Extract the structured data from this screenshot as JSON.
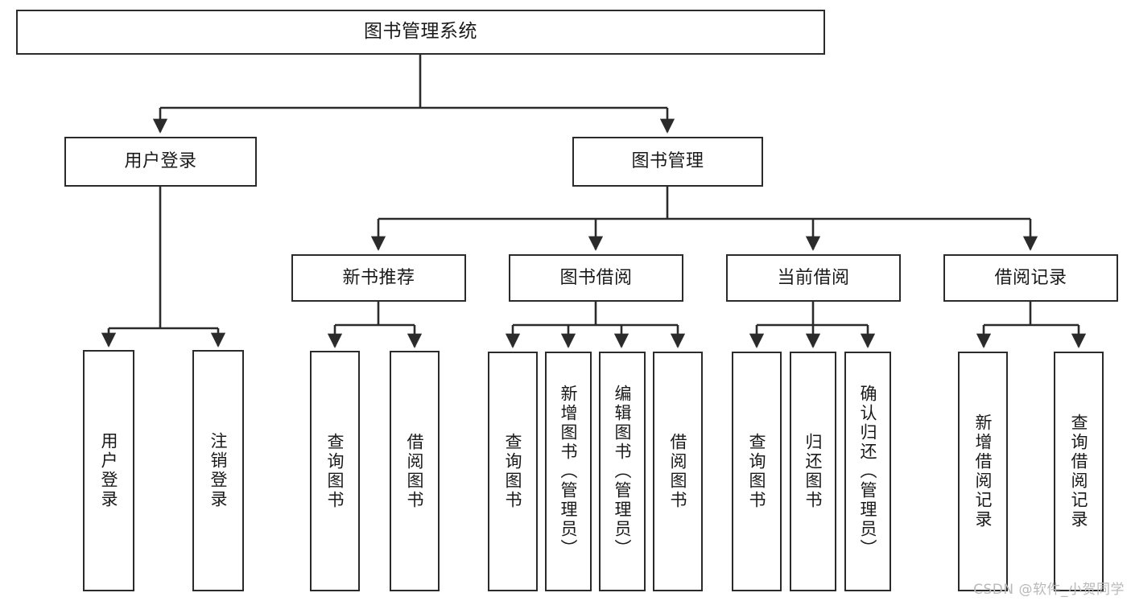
{
  "diagram": {
    "title": "图书管理系统",
    "type": "tree",
    "watermark": "CSDN @软件_小贺同学",
    "colors": {
      "border": "#2b2b2b",
      "background": "#ffffff",
      "text": "#1a1a1a",
      "watermark": "#b9b9b9"
    },
    "nodes": {
      "root": {
        "label": "图书管理系统",
        "level": 0
      },
      "l1": [
        {
          "id": "user-login",
          "label": "用户登录",
          "level": 1
        },
        {
          "id": "book-manage",
          "label": "图书管理",
          "level": 1
        }
      ],
      "l2": [
        {
          "id": "new-book-recommend",
          "label": "新书推荐",
          "level": 2,
          "parent": "book-manage"
        },
        {
          "id": "book-borrow",
          "label": "图书借阅",
          "level": 2,
          "parent": "book-manage"
        },
        {
          "id": "current-borrow",
          "label": "当前借阅",
          "level": 2,
          "parent": "book-manage"
        },
        {
          "id": "borrow-record",
          "label": "借阅记录",
          "level": 2,
          "parent": "book-manage"
        }
      ],
      "leaves": [
        {
          "id": "leaf-user-login",
          "label": "用户登录",
          "parent": "user-login"
        },
        {
          "id": "leaf-user-logout",
          "label": "注销登录",
          "parent": "user-login"
        },
        {
          "id": "leaf-query-book-1",
          "label": "查询图书",
          "parent": "new-book-recommend"
        },
        {
          "id": "leaf-borrow-book-1",
          "label": "借阅图书",
          "parent": "new-book-recommend"
        },
        {
          "id": "leaf-query-book-2",
          "label": "查询图书",
          "parent": "book-borrow"
        },
        {
          "id": "leaf-add-book",
          "label": "新增图书（管理员）",
          "parent": "book-borrow"
        },
        {
          "id": "leaf-edit-book",
          "label": "编辑图书（管理员）",
          "parent": "book-borrow"
        },
        {
          "id": "leaf-borrow-book-2",
          "label": "借阅图书",
          "parent": "book-borrow"
        },
        {
          "id": "leaf-query-book-3",
          "label": "查询图书",
          "parent": "current-borrow"
        },
        {
          "id": "leaf-return-book",
          "label": "归还图书",
          "parent": "current-borrow"
        },
        {
          "id": "leaf-confirm-return",
          "label": "确认归还（管理员）",
          "parent": "current-borrow"
        },
        {
          "id": "leaf-add-record",
          "label": "新增借阅记录",
          "parent": "borrow-record"
        },
        {
          "id": "leaf-query-record",
          "label": "查询借阅记录",
          "parent": "borrow-record"
        }
      ]
    }
  }
}
